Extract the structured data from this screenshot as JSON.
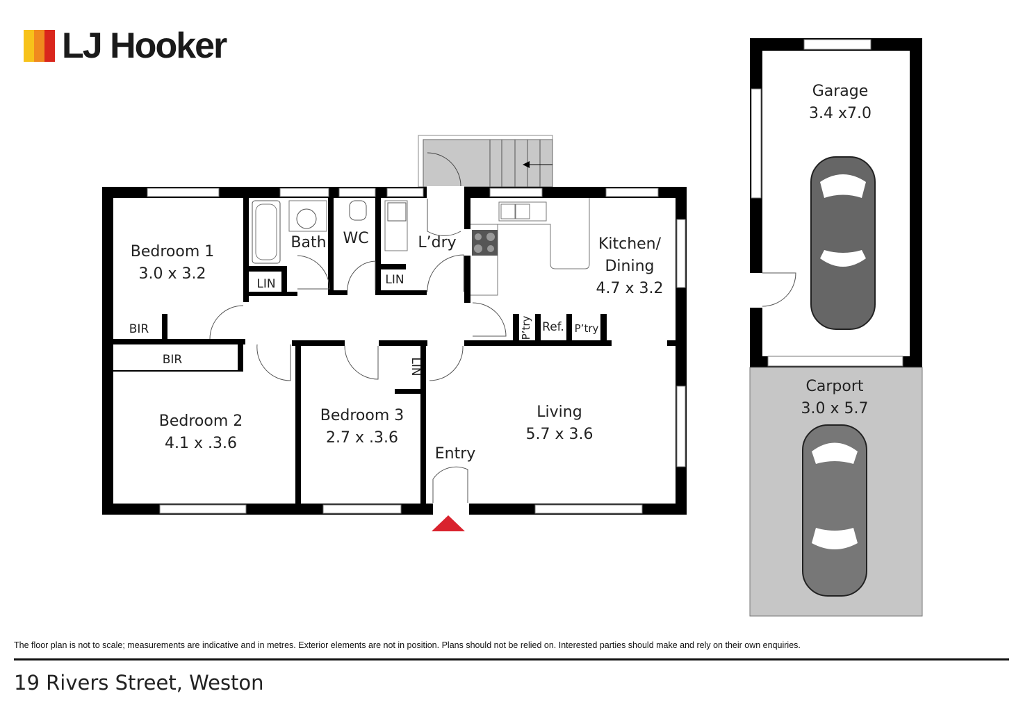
{
  "brand": {
    "name": "LJ Hooker",
    "colors": [
      "#f7c21a",
      "#f08a1e",
      "#d9261c"
    ]
  },
  "rooms": {
    "bedroom1": {
      "name": "Bedroom 1",
      "size": "3.0 x 3.2"
    },
    "bedroom2": {
      "name": "Bedroom 2",
      "size": "4.1 x .3.6"
    },
    "bedroom3": {
      "name": "Bedroom 3",
      "size": "2.7 x .3.6"
    },
    "bath": {
      "name": "Bath"
    },
    "wc": {
      "name": "WC"
    },
    "laundry": {
      "name": "L’dry"
    },
    "kitchen": {
      "name1": "Kitchen/",
      "name2": "Dining",
      "size": "4.7 x 3.2"
    },
    "living": {
      "name": "Living",
      "size": "5.7 x 3.6"
    },
    "entry": {
      "name": "Entry"
    },
    "garage": {
      "name": "Garage",
      "size": "3.4 x7.0"
    },
    "carport": {
      "name": "Carport",
      "size": "3.0 x 5.7"
    }
  },
  "fixtures": {
    "bir1": "BIR",
    "bir2": "BIR",
    "lin_bath": "LIN",
    "lin_laundry": "LIN",
    "lin_bed3": "LIN",
    "pantry_left": "P’try",
    "ref": "Ref.",
    "pantry_right": "P’try"
  },
  "disclaimer": "The floor plan is not to scale; measurements are indicative and in metres. Exterior elements are not in position. Plans should not be relied on. Interested parties should make and rely on their own enquiries.",
  "address": "19 Rivers Street, Weston",
  "colors": {
    "entry_marker": "#d9232e",
    "carport_fill": "#c6c6c6",
    "wall": "#000000"
  }
}
